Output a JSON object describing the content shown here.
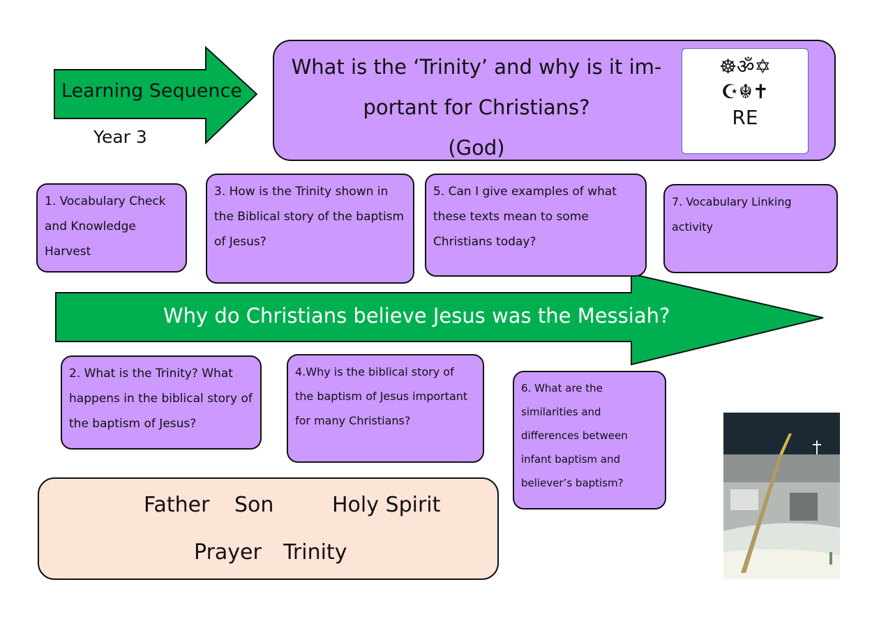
{
  "header": {
    "sequence_label": "Learning Sequence",
    "year": "Year 3",
    "title_line1": "What is the ‘Trinity’ and why is it im-",
    "title_line2": "portant for Christians?",
    "title_line3": "(God)",
    "logo_text": "RE"
  },
  "main_question": "Why do Christians believe Jesus was the Messiah?",
  "lessons": {
    "l1": "1. Vocabulary Check and Knowledge Harvest",
    "l2": "2. What is the Trinity? What happens in the biblical story of the baptism of Jesus?",
    "l3": "3. How is the Trinity shown in the Biblical story of the baptism of Jesus?",
    "l4": "4.Why is the biblical story of the baptism of Jesus important for many Christians?",
    "l5": "5. Can I give examples of what these texts mean to some Christians today?",
    "l6": "6. What are the similarities and differences between infant baptism and believer’s baptism?",
    "l7": "7. Vocabulary Linking activity"
  },
  "vocabulary": [
    "Father",
    "Son",
    "Holy Spirit",
    "Prayer",
    "Trinity"
  ],
  "colors": {
    "green": "#00b050",
    "purple": "#cc99ff",
    "peach": "#fce4d6"
  }
}
